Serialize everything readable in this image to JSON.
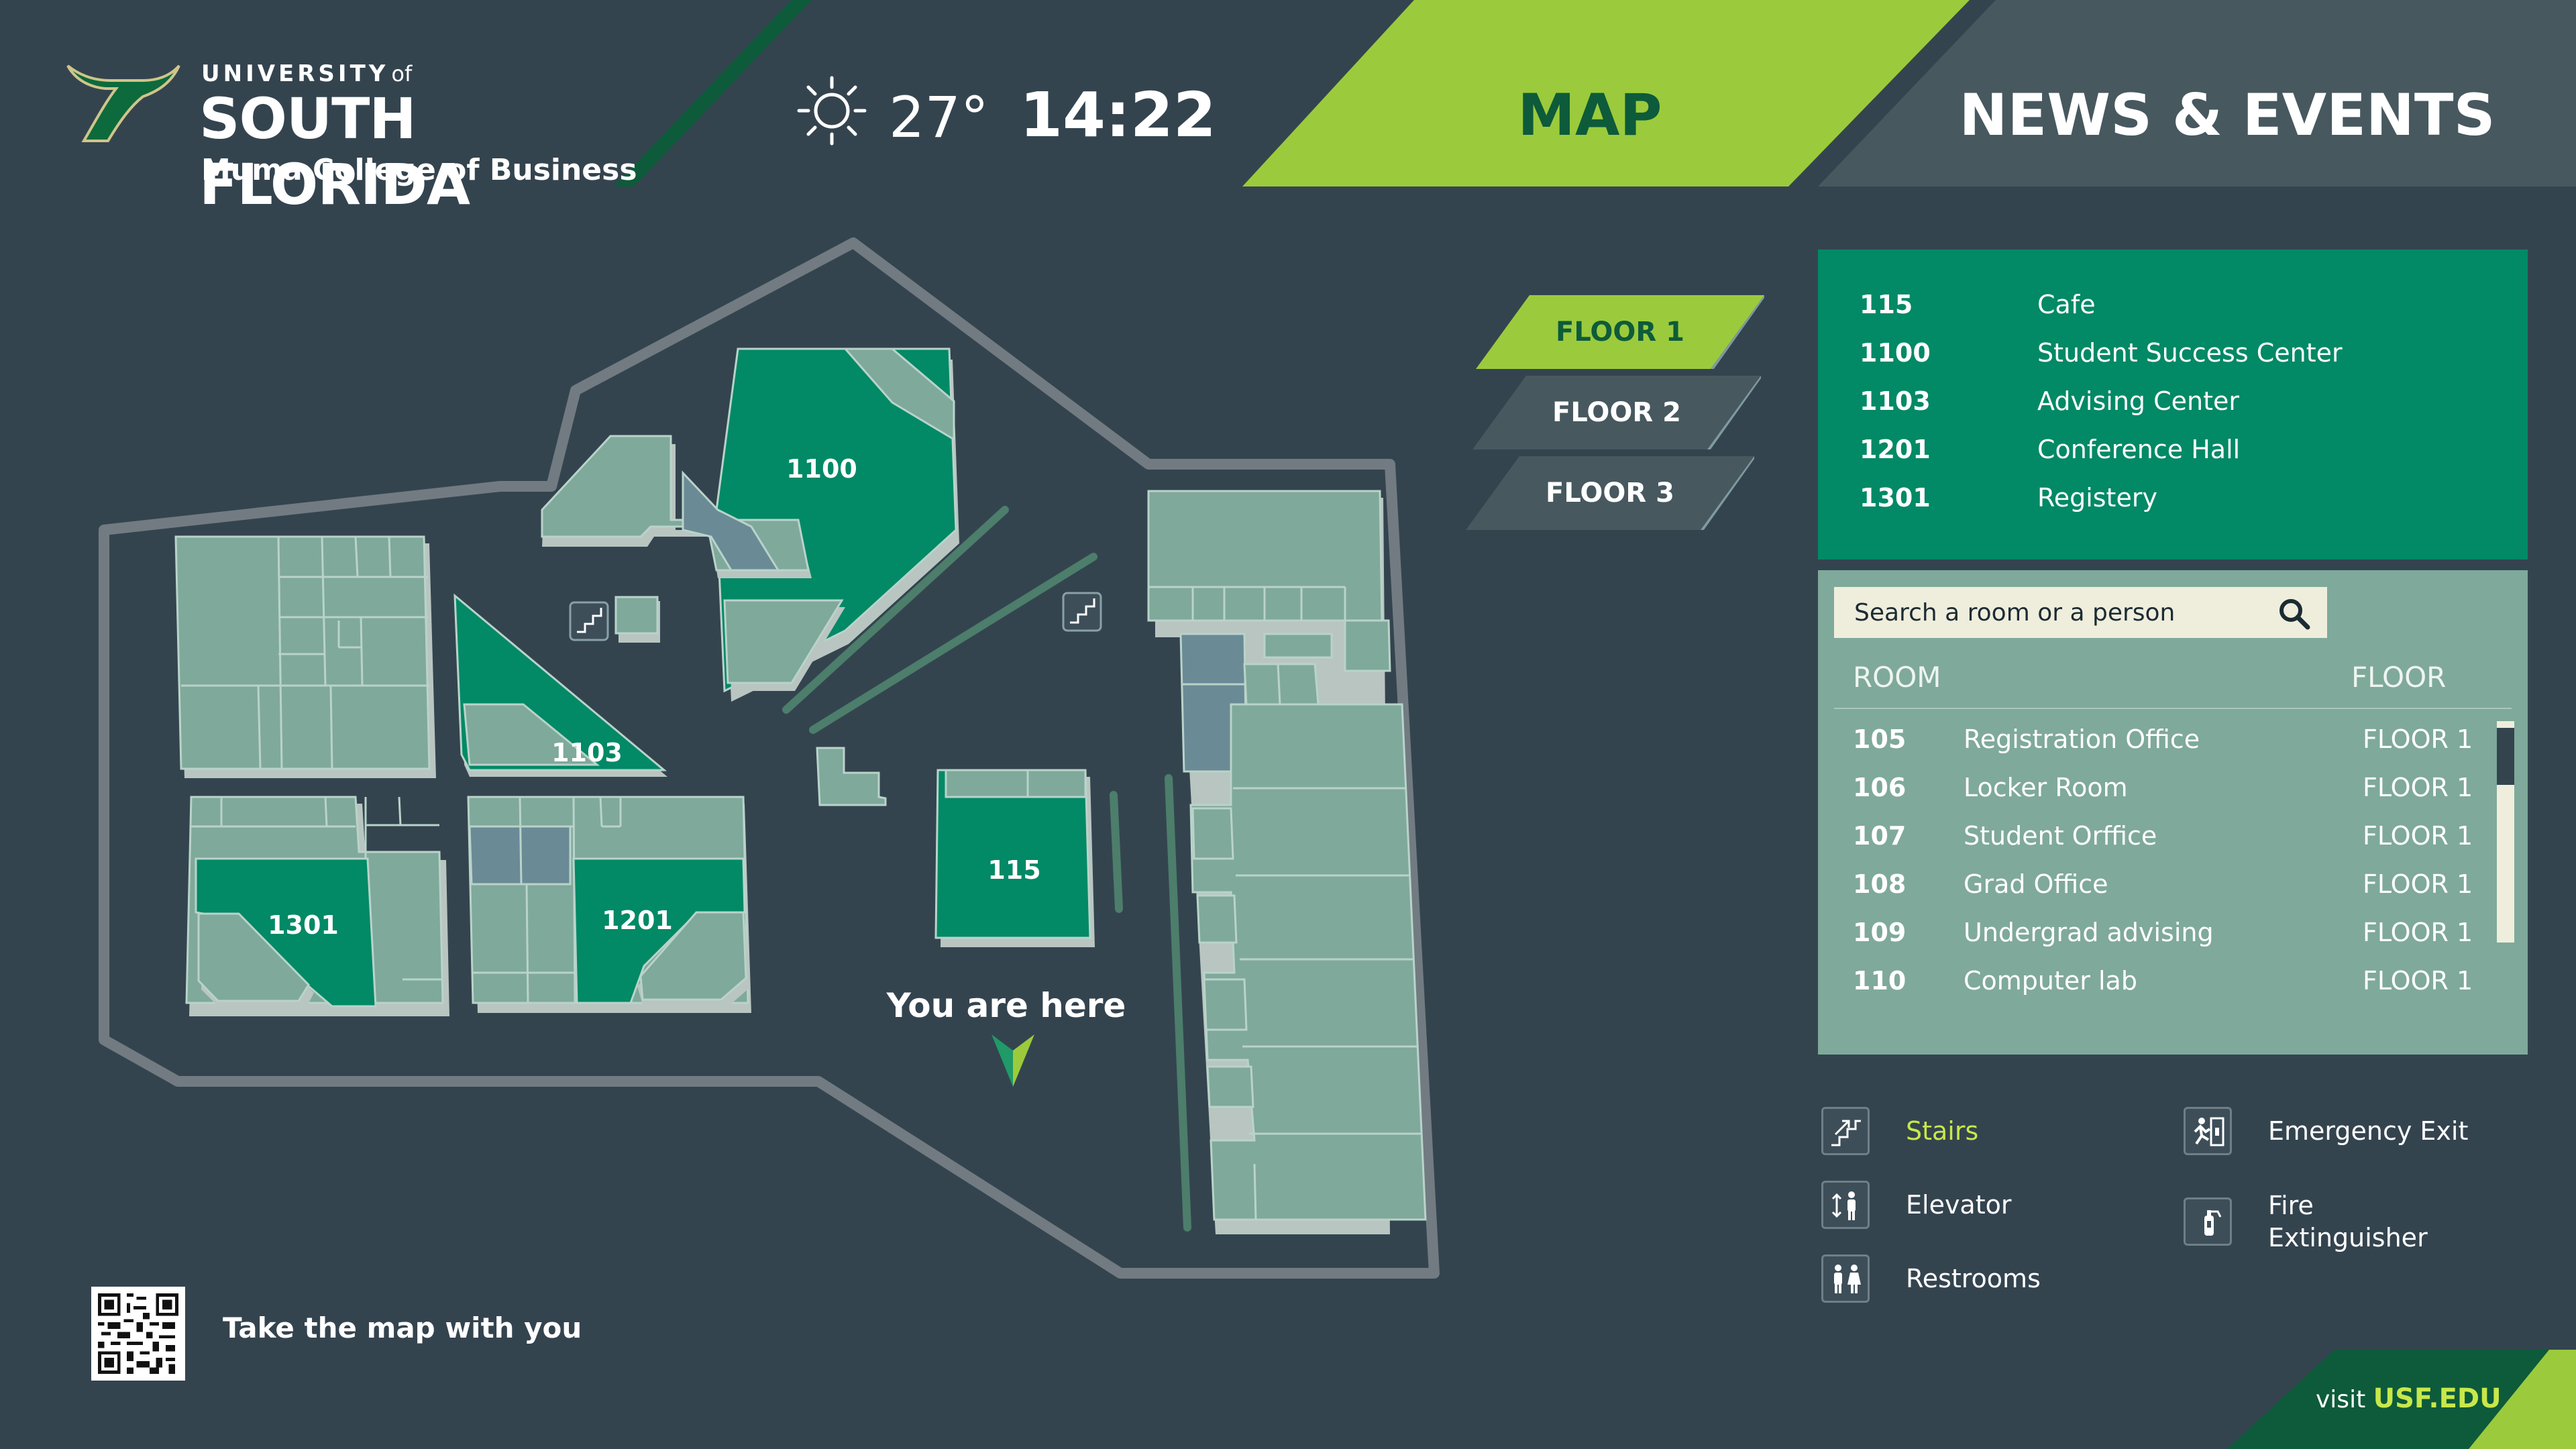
{
  "header": {
    "university_line1": "UNIVERSITY",
    "university_of": "of",
    "university_line2": "SOUTH FLORIDA",
    "college": "Muma College of Business",
    "weather_icon": "sun-icon",
    "temperature": "27°",
    "time": "14:22"
  },
  "tabs": {
    "map_label": "MAP",
    "news_label": "NEWS & EVENTS"
  },
  "floors": [
    "FLOOR 1",
    "FLOOR 2",
    "FLOOR 3"
  ],
  "featured_rooms": [
    {
      "number": "115",
      "name": "Cafe"
    },
    {
      "number": "1100",
      "name": "Student Success Center"
    },
    {
      "number": "1103",
      "name": "Advising Center"
    },
    {
      "number": "1201",
      "name": "Conference Hall"
    },
    {
      "number": "1301",
      "name": "Registery"
    }
  ],
  "directory": {
    "search_placeholder": "Search a room or a person",
    "col_room": "ROOM",
    "col_floor": "FLOOR",
    "rows": [
      {
        "number": "105",
        "name": "Registration Office",
        "floor": "FLOOR 1"
      },
      {
        "number": "106",
        "name": "Locker Room",
        "floor": "FLOOR 1"
      },
      {
        "number": "107",
        "name": "Student Orffice",
        "floor": "FLOOR 1"
      },
      {
        "number": "108",
        "name": "Grad Office",
        "floor": "FLOOR 1"
      },
      {
        "number": "109",
        "name": "Undergrad advising",
        "floor": "FLOOR 1"
      },
      {
        "number": "110",
        "name": "Computer lab",
        "floor": "FLOOR 1"
      }
    ]
  },
  "legend": {
    "stairs": "Stairs",
    "elevator": "Elevator",
    "restrooms": "Restrooms",
    "emergency_exit": "Emergency Exit",
    "fire_extinguisher": "Fire Extinguisher"
  },
  "map": {
    "room_labels": {
      "r1100": "1100",
      "r1103": "1103",
      "r1301": "1301",
      "r1201": "1201",
      "r115": "115"
    },
    "you_are_here": "You are here"
  },
  "bottom": {
    "qr_text": "Take the map with you",
    "visit": "visit",
    "site": "USF.EDU"
  },
  "colors": {
    "background": "#34444f",
    "accent_green": "#9bcb3c",
    "room_dark_green": "#028966",
    "room_light": "#7fa99b",
    "news_tab": "#47585f"
  }
}
